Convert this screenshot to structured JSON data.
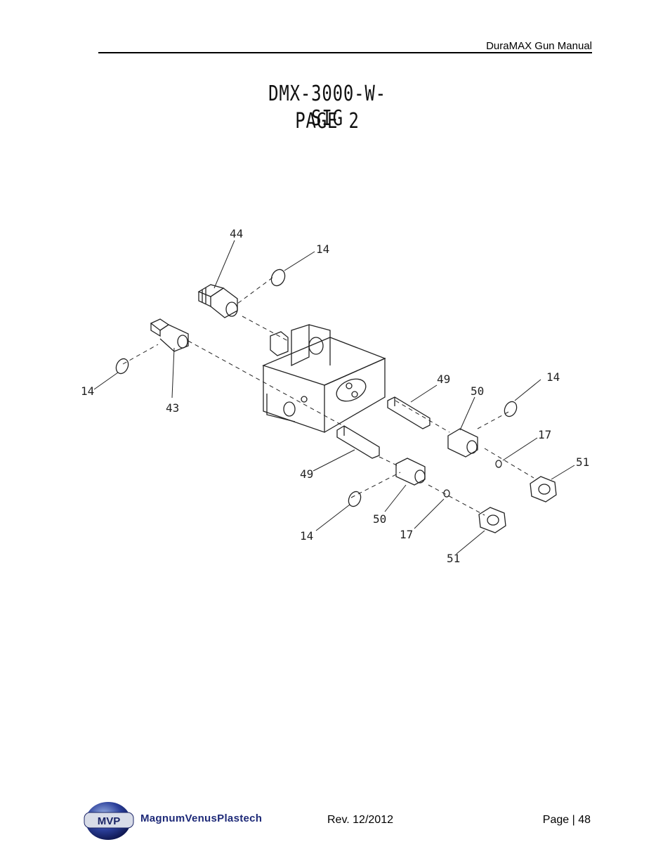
{
  "header": {
    "title": "DuraMAX Gun Manual"
  },
  "drawing": {
    "title_line1": "DMX-3000-W-SIG",
    "title_line2": "PAGE 2",
    "callouts": {
      "c44": "44",
      "c14a": "14",
      "c43": "43",
      "c14b": "14",
      "c49a": "49",
      "c50a": "50",
      "c14c": "14",
      "c17a": "17",
      "c51a": "51",
      "c49b": "49",
      "c50b": "50",
      "c14d": "14",
      "c17b": "17",
      "c51b": "51"
    }
  },
  "footer": {
    "logo_mark": "MVP",
    "logo_text": "MagnumVenusPlastech",
    "revision": "Rev. 12/2012",
    "page": "Page | 48"
  }
}
